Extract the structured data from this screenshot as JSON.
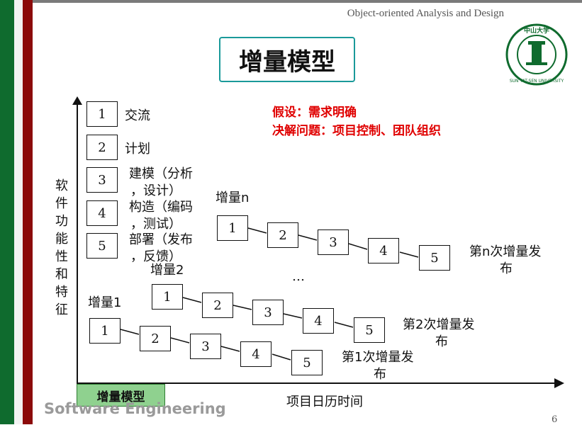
{
  "header": {
    "course": "Object-oriented Analysis and Design"
  },
  "logo": {
    "text": "中山大学 SUN YAT-SEN UNIVERSITY",
    "color": "#0f6b2e"
  },
  "title": "增量模型",
  "assumption": {
    "line1": "假设：需求明确",
    "line2": "决解问题：项目控制、团队组织"
  },
  "phases": [
    {
      "num": "1",
      "label": "交流"
    },
    {
      "num": "2",
      "label": "计划"
    },
    {
      "num": "3",
      "label": "建模（分析，设计）"
    },
    {
      "num": "4",
      "label": "构造（编码，测试）"
    },
    {
      "num": "5",
      "label": "部署（发布，反馈）"
    }
  ],
  "phase_label_lines": {
    "p3a": "建模（分析",
    "p3b": "，设计）",
    "p4a": "构造（编码",
    "p4b": "，测试）",
    "p5a": "部署（发布",
    "p5b": "，反馈）"
  },
  "increments": [
    {
      "name": "增量1",
      "boxes": [
        "1",
        "2",
        "3",
        "4",
        "5"
      ],
      "release_a": "第1次增量发",
      "release_b": "布"
    },
    {
      "name": "增量2",
      "boxes": [
        "1",
        "2",
        "3",
        "4",
        "5"
      ],
      "release_a": "第2次增量发",
      "release_b": "布"
    },
    {
      "name": "增量n",
      "boxes": [
        "1",
        "2",
        "3",
        "4",
        "5"
      ],
      "release_a": "第n次增量发",
      "release_b": "布"
    }
  ],
  "ellipsis": "…",
  "axes": {
    "y_label_chars": [
      "软",
      "件",
      "功",
      "能",
      "性",
      "和",
      "特",
      "征"
    ],
    "x_label": "项目日历时间"
  },
  "badge": "增量模型",
  "footer": "Software Engineering",
  "page_number": "6",
  "colors": {
    "green": "#0f6b2e",
    "red": "#8b0a0a",
    "title_border": "#1a9a9a",
    "accent_red": "#e00000",
    "badge": "#8fd18f"
  }
}
